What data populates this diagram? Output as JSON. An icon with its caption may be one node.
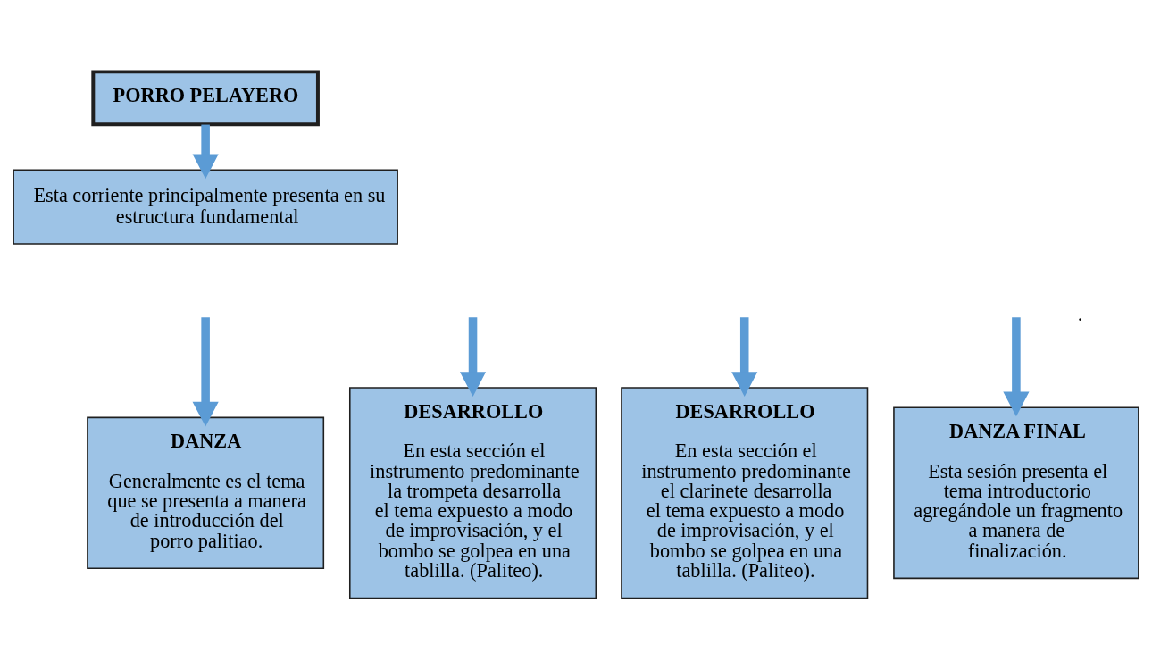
{
  "diagram": {
    "nodes": [
      {
        "text": [
          "PORRO PELAYERO"
        ]
      },
      {
        "text": [
          "Esta corriente principalmente presenta en su estructura fundamental"
        ]
      },
      {
        "text": [
          "DANZA",
          "Generalmente es el tema que se presenta a manera de introducción del porro palitiao."
        ]
      },
      {
        "text": [
          "DESARROLLO",
          "En esta sección el instrumento predominante la trompeta desarrolla el tema expuesto a modo de improvisación, y el bombo se golpea en una tablilla. (Paliteo)."
        ]
      },
      {
        "text": [
          "DESARROLLO",
          "En esta sección el instrumento predominante el clarinete desarrolla el tema expuesto a modo de improvisación, y el bombo se golpea en una tablilla. (Paliteo)."
        ]
      },
      {
        "text": [
          "DANZA FINAL",
          "Esta sesión presenta el tema introductorio agregándole un fragmento a manera de finalización."
        ]
      }
    ],
    "edges": [
      {
        "from": 0,
        "to": 1,
        "arrow": "to"
      },
      {
        "from": null,
        "to": 2,
        "arrow": "to"
      },
      {
        "from": null,
        "to": 3,
        "arrow": "to"
      },
      {
        "from": null,
        "to": 4,
        "arrow": "to"
      },
      {
        "from": null,
        "to": 5,
        "arrow": "to"
      }
    ],
    "labels": [
      "."
    ]
  }
}
